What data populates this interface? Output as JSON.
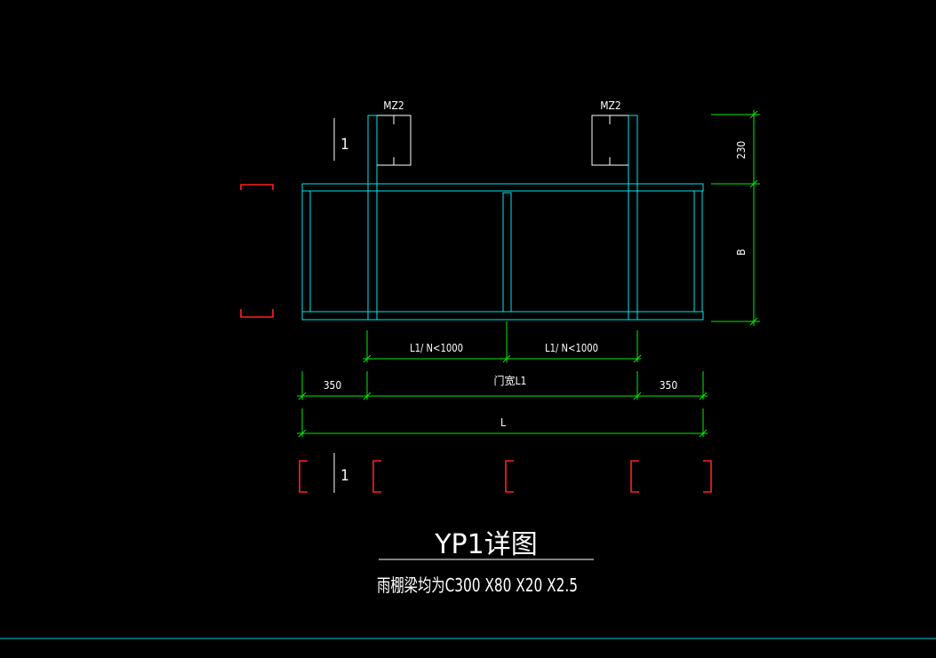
{
  "drawing": {
    "title": "YP1详图",
    "subtitle": "雨棚梁均为C300 X80 X20 X2.5",
    "column_labels": [
      "MZ2",
      "MZ2"
    ],
    "section_marks": [
      "1",
      "1"
    ],
    "dimensions": {
      "half_span_left": "L1/ N<1000",
      "half_span_right": "L1/ N<1000",
      "door_width": "门宽L1",
      "overhang_left": "350",
      "overhang_right": "350",
      "total_length": "L",
      "height_top": "230",
      "width_b": "B"
    },
    "colors": {
      "background": "#000000",
      "beam": "#00e5ee",
      "dimension": "#00ee00",
      "section_bracket": "#ff2020",
      "text": "#ffffff"
    }
  }
}
